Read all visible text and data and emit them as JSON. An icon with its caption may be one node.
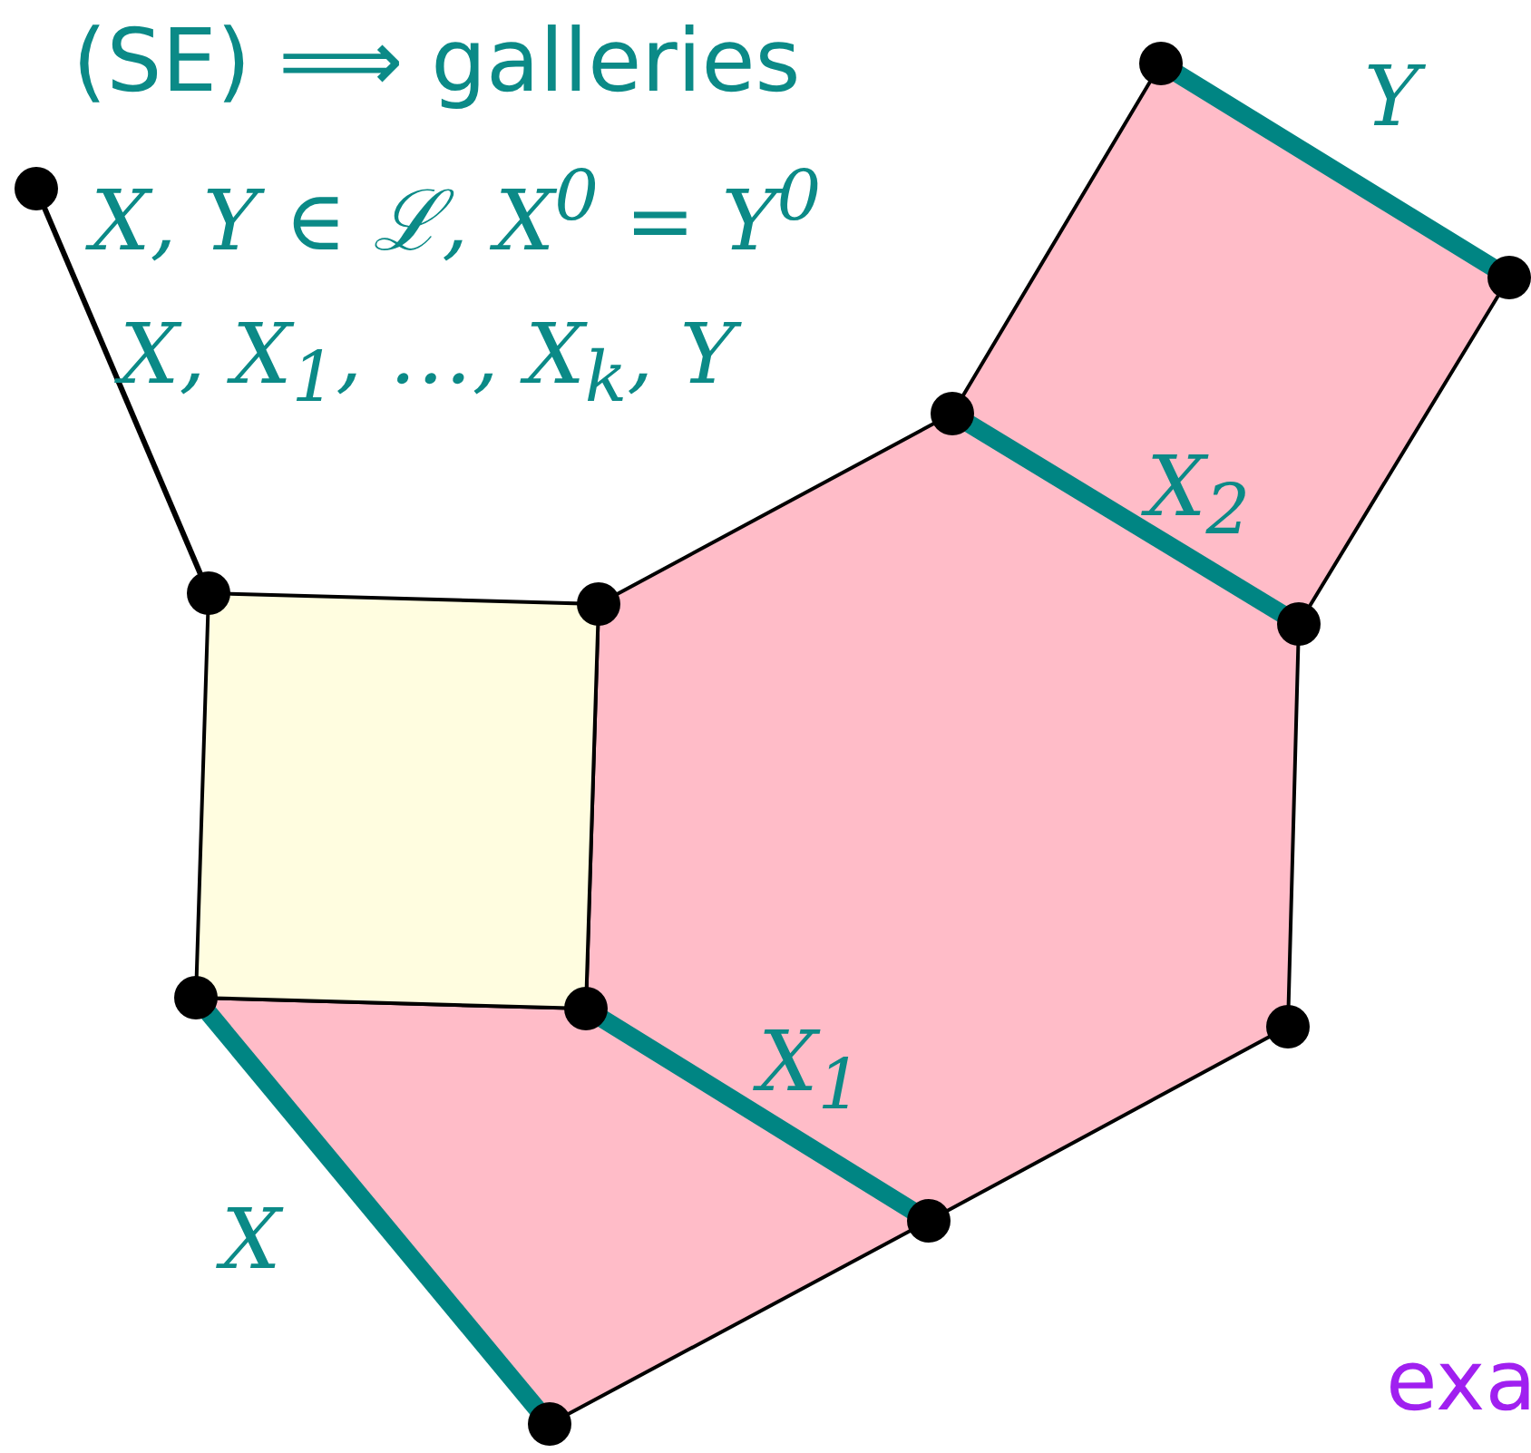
{
  "diagram": {
    "labels": [
      "(SE) ⟹ galleries",
      "X, Y ∈ ℒ, X$^{0}$ = Y$^{0}$",
      "X, X$_{1}$, …, X$_{k}$, Y",
      "Y",
      "X$_{2}$",
      "X$_{1}$",
      "X",
      "exa"
    ]
  }
}
